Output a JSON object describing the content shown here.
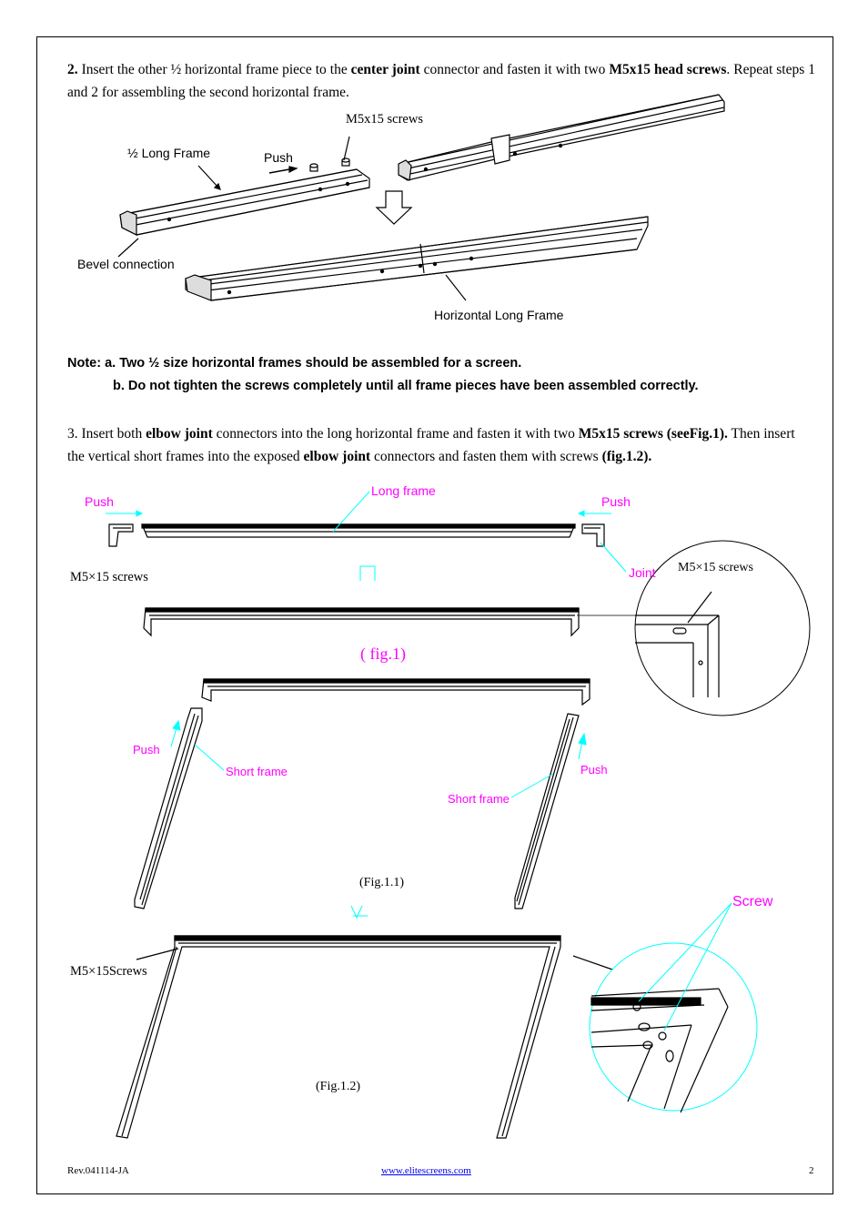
{
  "step2": {
    "num": "2.",
    "t1": " Insert the other ½ horizontal frame piece to the ",
    "b1": "center joint",
    "t2": " connector and fasten it with two ",
    "b2": "M5x15 head screws",
    "t3": ". Repeat steps 1 and 2 for assembling the second horizontal frame."
  },
  "diagram1": {
    "screws": "M5x15 screws",
    "half_frame": "½ Long Frame",
    "push": "Push",
    "bevel": "Bevel connection",
    "long_frame": "Horizontal Long Frame"
  },
  "note": {
    "a": "Note: a. Two ½ size horizontal frames should be assembled for a screen.",
    "b": "b. Do not tighten the screws completely until all frame pieces have been assembled correctly."
  },
  "step3": {
    "t1": "3. Insert both ",
    "b1": "elbow joint",
    "t2": " connectors into the long horizontal frame and fasten it with two ",
    "b2": "M5x15 screws (seeFig.1).",
    "t3": " Then insert the vertical short frames into the exposed ",
    "b3": "elbow joint",
    "t4": " connectors and fasten them with screws ",
    "b4": "(fig.1.2)."
  },
  "diagram2": {
    "push_left": "Push",
    "long_frame": "Long frame",
    "push_right": "Push",
    "screws_left": "M5×15 screws",
    "joint": "Joint",
    "screws_zoom": "M5×15 screws",
    "fig1": "( fig.1)",
    "push_short_left": "Push",
    "short_frame_left": "Short frame",
    "push_short_right": "Push",
    "short_frame_right": "Short frame",
    "fig11": "(Fig.1.1)",
    "screw": "Screw",
    "screws_bottom": "M5×15Screws",
    "fig12": "(Fig.1.2)"
  },
  "footer": {
    "rev": "Rev.041114-JA",
    "url": "www.elitescreens.com",
    "page": "2"
  },
  "colors": {
    "magenta": "#ff00ff",
    "cyan": "#00ffff",
    "link": "#0000ee"
  }
}
